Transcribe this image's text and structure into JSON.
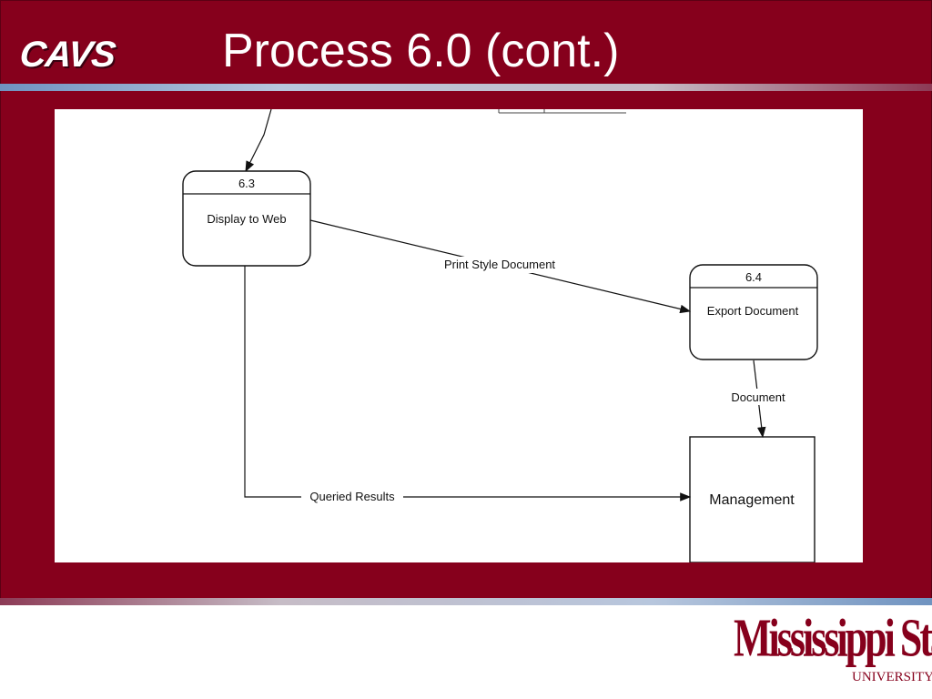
{
  "header": {
    "logo_text": "CAVS",
    "title": "Process 6.0 (cont.)"
  },
  "diagram": {
    "processes": [
      {
        "id": "6.3",
        "label": "Display to Web"
      },
      {
        "id": "6.4",
        "label": "Export Document"
      }
    ],
    "external_entities": [
      {
        "label": "Management"
      }
    ],
    "flows": [
      {
        "label": "Print Style Document",
        "from": "6.3",
        "to": "6.4"
      },
      {
        "label": "Document",
        "from": "6.4",
        "to": "Management"
      },
      {
        "label": "Queried Results",
        "from": "6.3",
        "to": "Management"
      },
      {
        "label": "",
        "from": "offscreen",
        "to": "6.3"
      }
    ]
  },
  "footer": {
    "logo_name": "Mississippi State",
    "logo_sub": "UNIVERSITY"
  },
  "colors": {
    "brand_maroon": "#86001c",
    "title_rule_blue": "#6f93c0",
    "diagram_stroke": "#111111"
  }
}
